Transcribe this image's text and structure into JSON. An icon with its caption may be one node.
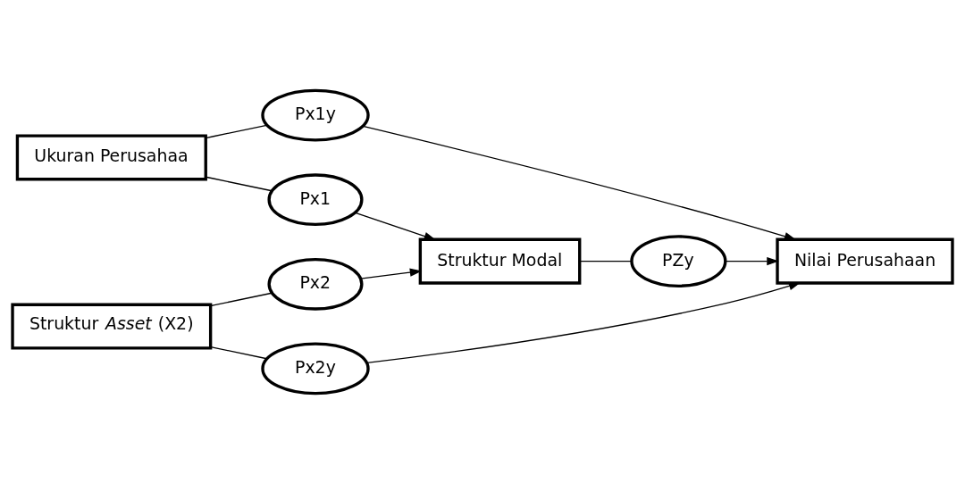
{
  "diagram": {
    "nodes": [
      {
        "text": [
          "Ukuran Perusahaa"
        ]
      },
      {
        "text": [
          "Px1y"
        ]
      },
      {
        "text": [
          "Px1"
        ]
      },
      {
        "text": [
          "Struktur Modal"
        ]
      },
      {
        "text": [
          "PZy"
        ]
      },
      {
        "text": [
          "Nilai Perusahaan"
        ]
      },
      {
        "text": [
          "Px2"
        ]
      },
      {
        "text": [
          "Struktur *Asset* (X2)"
        ]
      },
      {
        "text": [
          "Px2y"
        ]
      }
    ],
    "edges": [
      {
        "from": 0,
        "to": 1,
        "arrow": "none"
      },
      {
        "from": 1,
        "to": 5,
        "arrow": "to"
      },
      {
        "from": 0,
        "to": 2,
        "arrow": "none"
      },
      {
        "from": 2,
        "to": 3,
        "arrow": "to"
      },
      {
        "from": 3,
        "to": 4,
        "arrow": "none"
      },
      {
        "from": 4,
        "to": 5,
        "arrow": "to"
      },
      {
        "from": 7,
        "to": 6,
        "arrow": "none"
      },
      {
        "from": 6,
        "to": 3,
        "arrow": "to"
      },
      {
        "from": 7,
        "to": 8,
        "arrow": "none"
      },
      {
        "from": 8,
        "to": 5,
        "arrow": "to"
      }
    ]
  }
}
